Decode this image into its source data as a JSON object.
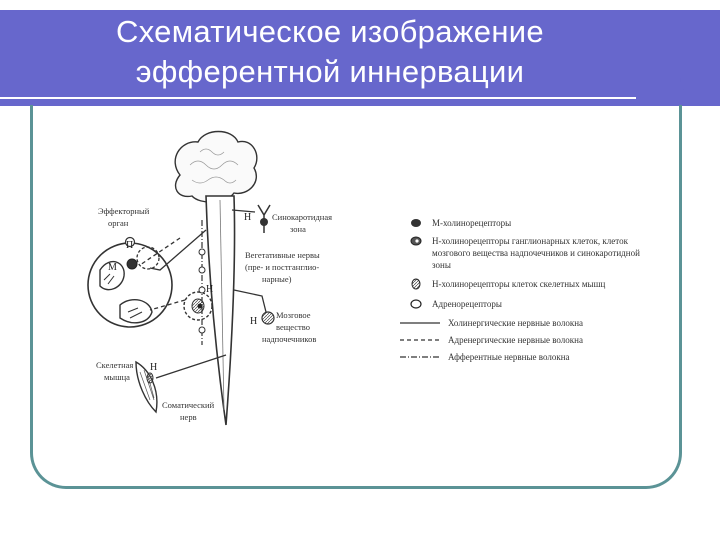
{
  "title": {
    "line1": "Схематическое изображение",
    "line2": "эфферентной иннервации"
  },
  "colors": {
    "header": "#6767cc",
    "frame": "#5b9396",
    "ink": "#222222"
  },
  "diagram": {
    "labels": {
      "effector_l1": "Эффекторный",
      "effector_l2": "орган",
      "sino_l1": "Синокаротидная",
      "sino_l2": "зона",
      "veg_l1": "Вегетативные нервы",
      "veg_l2": "(пре- и постганглио-",
      "veg_l3": "нарные)",
      "adrenal_l1": "Мозговое",
      "adrenal_l2": "вещество",
      "adrenal_l3": "надпочечников",
      "muscle_l1": "Скелетная",
      "muscle_l2": "мышца",
      "somatic_l1": "Соматический",
      "somatic_l2": "нерв"
    },
    "letters": {
      "n_sino": "Н",
      "p_organ": "П",
      "m_organ": "М",
      "n_ganglion": "Н",
      "n_adrenal": "Н",
      "n_muscle": "Н"
    },
    "legend": [
      {
        "icon": "m-receptor-icon",
        "text_l1": "М-холинорецепторы"
      },
      {
        "icon": "n-ganglion-receptor-icon",
        "text_l1": "Н-холинорецепторы ганглионарных клеток, клеток",
        "text_l2": "мозгового вещества надпочечников и синокаротидной",
        "text_l3": "зоны"
      },
      {
        "icon": "n-muscle-receptor-icon",
        "text_l1": "Н-холинорецепторы клеток скелетных мышц"
      },
      {
        "icon": "adrenoreceptor-icon",
        "text_l1": "Адренорецепторы"
      },
      {
        "icon": "solid-line-icon",
        "text_l1": "Холинергические нервные волокна"
      },
      {
        "icon": "dashed-line-icon",
        "text_l1": "Адренергические нервные волокна"
      },
      {
        "icon": "dash-dot-line-icon",
        "text_l1": "Афферентные нервные волокна"
      }
    ]
  }
}
